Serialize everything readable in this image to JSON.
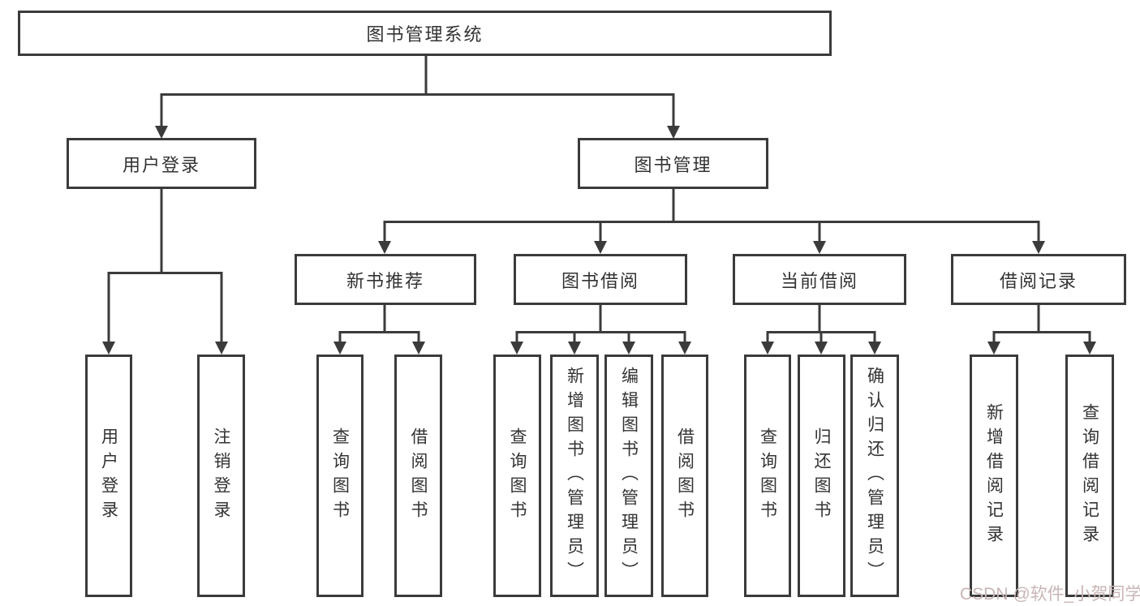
{
  "tree": {
    "root": {
      "label": "图书管理系统"
    },
    "branches": [
      {
        "label": "用户登录",
        "leaves": [
          "用户登录",
          "注销登录"
        ]
      },
      {
        "label": "图书管理",
        "groups": [
          {
            "label": "新书推荐",
            "leaves": [
              "查询图书",
              "借阅图书"
            ]
          },
          {
            "label": "图书借阅",
            "leaves": [
              "查询图书",
              "新增图书（管理员）",
              "编辑图书（管理员）",
              "借阅图书"
            ]
          },
          {
            "label": "当前借阅",
            "leaves": [
              "查询图书",
              "归还图书",
              "确认归还（管理员）"
            ]
          },
          {
            "label": "借阅记录",
            "leaves": [
              "新增借阅记录",
              "查询借阅记录"
            ]
          }
        ]
      }
    ]
  },
  "watermark": "CSDN @软件_小贺同学",
  "colors": {
    "line": "#3b3b3b",
    "text": "#333333",
    "background": "#ffffff",
    "watermark": "#c9b5b5"
  }
}
